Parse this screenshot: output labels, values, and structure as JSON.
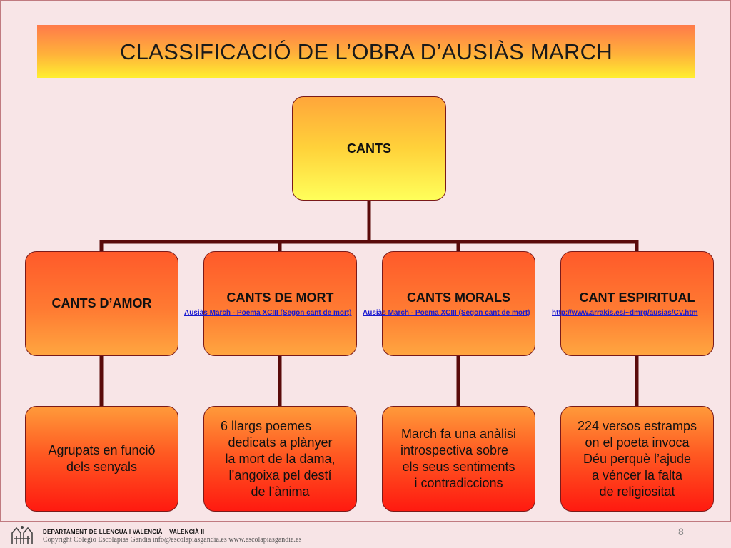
{
  "title": "CLASSIFICACIÓ DE L’OBRA D’AUSIÀS MARCH",
  "root": {
    "label": "CANTS"
  },
  "categories": [
    {
      "label": "CANTS D’AMOR",
      "description": [
        "Agrupats en funció",
        "dels senyals"
      ]
    },
    {
      "label": "CANTS DE MORT",
      "description": [
        "6 llargs poemes",
        "dedicats a plànyer",
        "la mort de la dama,",
        "l’angoixa pel destí",
        "de l’ànima"
      ]
    },
    {
      "label": "CANTS MORALS",
      "description": [
        "March fa una anàlisi",
        "introspectiva sobre",
        "els seus sentiments",
        "i contradiccions"
      ]
    },
    {
      "label": "CANT ESPIRITUAL",
      "description": [
        "224 versos estramps",
        "on el poeta invoca",
        "Déu perquè l’ajude",
        "a véncer la falta",
        "de religiositat"
      ]
    }
  ],
  "links": [
    "Ausiàs March - Poema XCIII (Segon cant de mort)",
    "Ausiàs March - Poema XCIII (Segon cant de mort)",
    "http://www.arrakis.es/~dmrg/ausias/CV.htm"
  ],
  "colors": {
    "connector": "#5a0a0a",
    "link": "#1a1ad0",
    "background": "#f8e5e7"
  },
  "footer": {
    "department": "DEPARTAMENT DE LLENGUA I VALENCIÀ – VALENCIÀ II",
    "copyright": "Copyright Colegio Escolapias Gandia  info@escolapiasgandia.es   www.escolapiasgandia.es",
    "page_number": "8"
  }
}
